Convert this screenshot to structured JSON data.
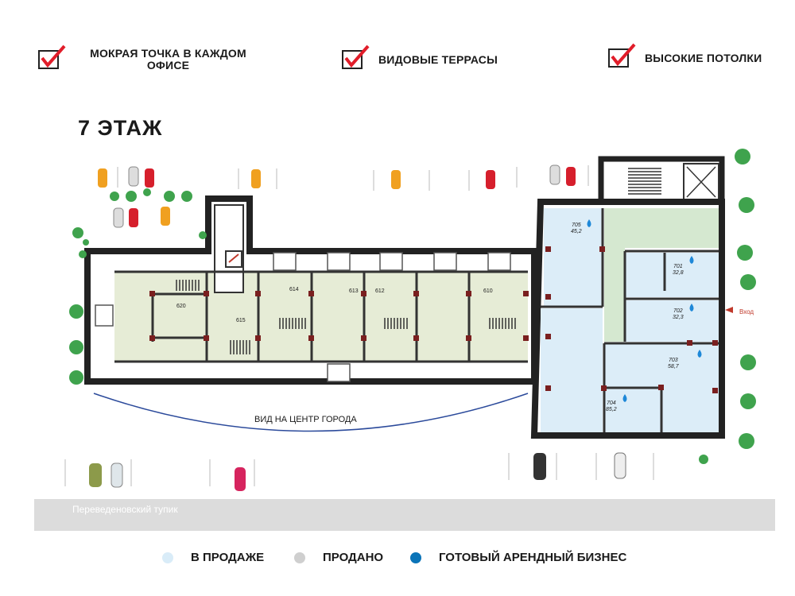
{
  "features": [
    {
      "label": "МОКРАЯ ТОЧКА В КАЖДОМ ОФИСЕ"
    },
    {
      "label": "ВИДОВЫЕ ТЕРРАСЫ"
    },
    {
      "label": "ВЫСОКИЕ ПОТОЛКИ"
    }
  ],
  "floor_title": "7 ЭТАЖ",
  "rooms": [
    {
      "num": "620"
    },
    {
      "num": "615"
    },
    {
      "num": "614"
    },
    {
      "num": "613"
    },
    {
      "num": "612"
    },
    {
      "num": "610"
    },
    {
      "num": "705",
      "area": "45,2"
    },
    {
      "num": "701",
      "area": "32,8"
    },
    {
      "num": "702",
      "area": "32,3"
    },
    {
      "num": "703",
      "area": "58,7"
    },
    {
      "num": "704",
      "area": "85,2"
    }
  ],
  "entrance_label": "Вход",
  "view_label": "ВИД НА ЦЕНТР ГОРОДА",
  "street_name": "Переведеновский тупик",
  "legend": [
    {
      "label": "В ПРОДАЖЕ",
      "color": "#d9ecf8"
    },
    {
      "label": "ПРОДАНО",
      "color": "#cfcfcf"
    },
    {
      "label": "ГОТОВЫЙ АРЕНДНЫЙ БИЗНЕС",
      "color": "#0b74b8"
    }
  ],
  "colors": {
    "for_sale": "#dcedf8",
    "terrace": "#e6ecd6",
    "green": "#d5e8d0",
    "tick": "#e11d2a",
    "water": "#1e88d8"
  }
}
